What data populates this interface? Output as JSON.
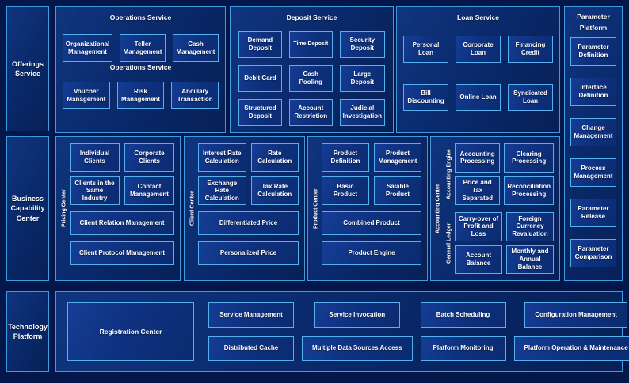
{
  "colors": {
    "background": "#04174a",
    "panel_border": "#3f9be0",
    "node_border": "#55b0f0",
    "text": "#ffffff"
  },
  "sidebar": {
    "offerings": "Offerings Service",
    "business": "Business Capability Center",
    "technology": "Technology Platform"
  },
  "operations": {
    "title": "Operations Service",
    "mid_label": "Operations Service",
    "row1": [
      "Organizational Management",
      "Teller Management",
      "Cash Management"
    ],
    "row2": [
      "Voucher Management",
      "Risk Management",
      "Ancillary Transaction"
    ]
  },
  "deposit": {
    "title": "Deposit Service",
    "boxes": [
      "Demand Deposit",
      "Time Deposit",
      "Security Deposit",
      "Debit Card",
      "Cash Pooling",
      "Large Deposit",
      "Structured Deposit",
      "Account Restriction",
      "Judicial Investigation"
    ]
  },
  "loan": {
    "title": "Loan Service",
    "row1": [
      "Personal Loan",
      "Corporate Loan",
      "Financing Credit"
    ],
    "row2": [
      "Bill Discounting",
      "Online Loan",
      "Syndicated Loan"
    ]
  },
  "parameter_platform": {
    "title_line1": "Parameter",
    "title_line2": "Platform",
    "boxes": [
      "Parameter Definition",
      "Interface Definition",
      "Change Management",
      "Process Management",
      "Parameter Release",
      "Parameter Comparison"
    ]
  },
  "capability": {
    "group1": {
      "vertical_label": "Pricing Center",
      "small": [
        "Individual Clients",
        "Corporate Clients",
        "Clients in the Same Industry",
        "Contact Management"
      ],
      "wide": [
        "Client Relation Management",
        "Client Protocol Management"
      ]
    },
    "group2": {
      "vertical_label": "Client Center",
      "small": [
        "Interest Rate Calculation",
        "Rate Calculation",
        "Exchange Rate Calculation",
        "Tax Rate Calculation"
      ],
      "wide": [
        "Differentiated Price",
        "Personalized Price"
      ]
    },
    "group3": {
      "vertical_label": "Product Center",
      "small": [
        "Product Definition",
        "Product Management",
        "Basic Product",
        "Salable Product"
      ],
      "wide": [
        "Combined Product",
        "Product Engine"
      ]
    },
    "group4": {
      "vertical_label": "Accounting Center",
      "sub1": {
        "vertical_label": "Accounting Engine",
        "boxes": [
          "Accounting Processing",
          "Clearing Processing",
          "Price and Tax Separated",
          "Reconciliation Processing"
        ]
      },
      "sub2": {
        "vertical_label": "General Ledger",
        "boxes": [
          "Carry-over of Profit and Loss",
          "Foreign Currency Revaluation",
          "Account Balance",
          "Monthly and Annual Balance"
        ]
      }
    }
  },
  "technology": {
    "registration": "Registration Center",
    "row1": [
      "Service Management",
      "Service Invocation",
      "Batch Scheduling",
      "Configuration Management"
    ],
    "row2": [
      "Distributed Cache",
      "Multiple Data Sources Access",
      "Platform Monitoring",
      "Platform Operation & Maintenance"
    ]
  }
}
